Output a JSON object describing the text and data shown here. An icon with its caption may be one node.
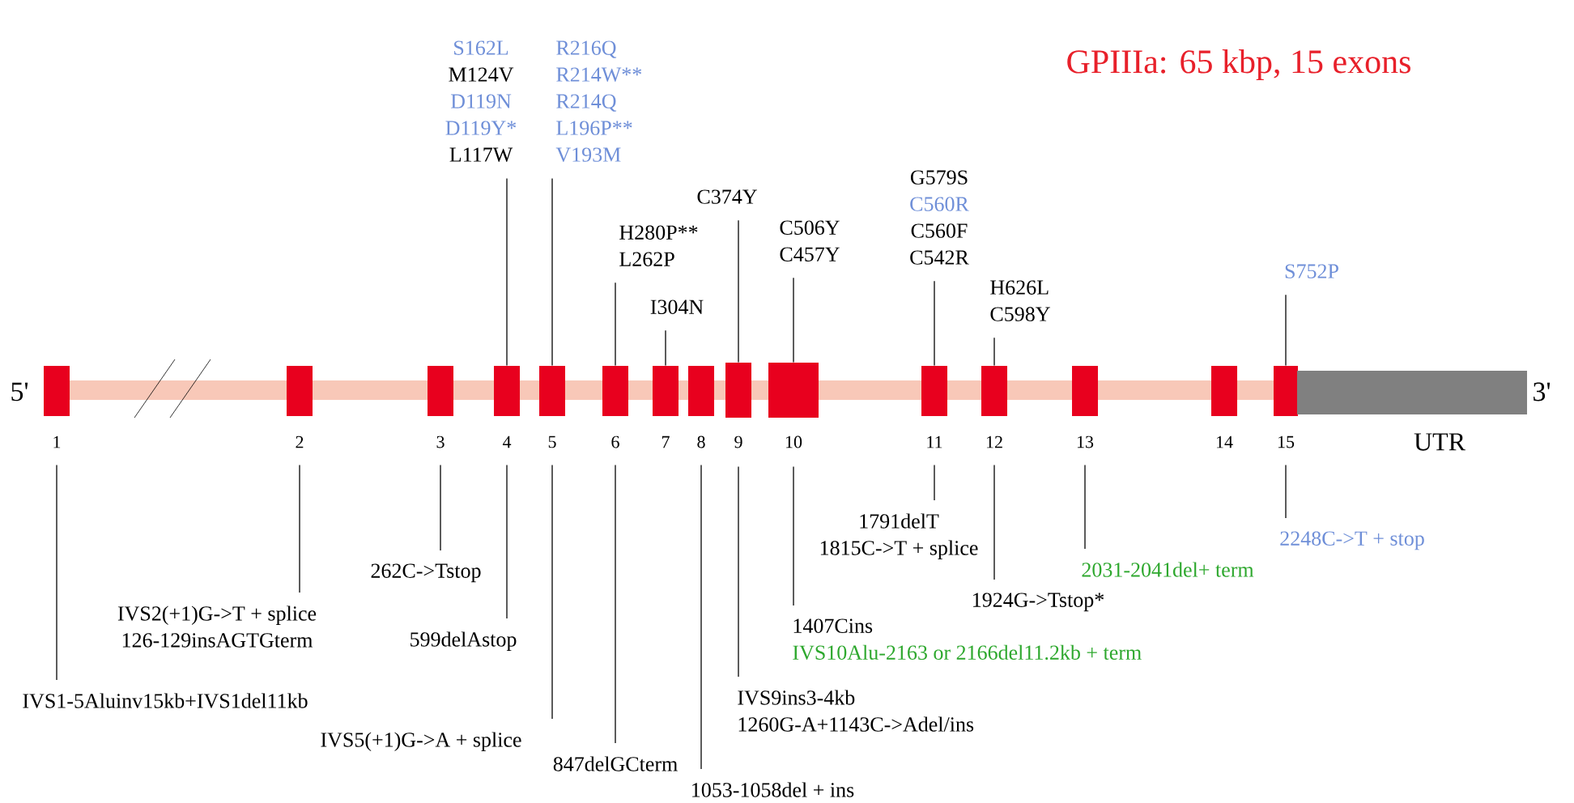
{
  "diagram": {
    "title": "GPIIIa:  65 kbp, 15 exons",
    "nodes": [
      {
        "text": [],
        "shape": "box",
        "beside": [
          "1"
        ]
      },
      {
        "text": [],
        "shape": "box",
        "beside": [
          "2"
        ]
      },
      {
        "text": [],
        "shape": "box",
        "beside": [
          "3"
        ]
      },
      {
        "text": [],
        "shape": "box",
        "beside": [
          "4"
        ]
      },
      {
        "text": [],
        "shape": "box",
        "beside": [
          "5"
        ]
      },
      {
        "text": [],
        "shape": "box",
        "beside": [
          "6"
        ]
      },
      {
        "text": [],
        "shape": "box",
        "beside": [
          "7"
        ]
      },
      {
        "text": [],
        "shape": "box",
        "beside": [
          "8"
        ]
      },
      {
        "text": [],
        "shape": "box",
        "beside": [
          "9"
        ]
      },
      {
        "text": [],
        "shape": "box",
        "beside": [
          "10"
        ]
      },
      {
        "text": [],
        "shape": "box",
        "beside": [
          "11"
        ]
      },
      {
        "text": [],
        "shape": "box",
        "beside": [
          "12"
        ]
      },
      {
        "text": [],
        "shape": "box",
        "beside": [
          "13"
        ]
      },
      {
        "text": [],
        "shape": "box",
        "beside": [
          "14"
        ]
      },
      {
        "text": [],
        "shape": "box",
        "beside": [
          "15"
        ]
      },
      {
        "text": [],
        "shape": "bar",
        "beside": [
          "UTR"
        ]
      },
      {
        "text": [
          "S162L",
          "M124V",
          "D119N",
          "D119Y*",
          "L117W"
        ]
      },
      {
        "text": [
          "R216Q",
          "R214W**",
          "R214Q",
          "L196P**",
          "V193M"
        ]
      },
      {
        "text": [
          "H280P**",
          "L262P"
        ]
      },
      {
        "text": [
          "I304N"
        ]
      },
      {
        "text": [
          "C374Y"
        ]
      },
      {
        "text": [
          "C506Y",
          "C457Y"
        ]
      },
      {
        "text": [
          "G579S",
          "C560R",
          "C560F",
          "C542R"
        ]
      },
      {
        "text": [
          "H626L",
          "C598Y"
        ]
      },
      {
        "text": [
          "S752P"
        ]
      },
      {
        "text": [
          "IVS1-5Aluinv15kb+IVS1del11kb"
        ]
      },
      {
        "text": [
          "IVS2(+1)G->T + splice",
          "126-129insAGTGterm"
        ]
      },
      {
        "text": [
          "262C->Tstop"
        ]
      },
      {
        "text": [
          "599delAstop"
        ]
      },
      {
        "text": [
          "IVS5(+1)G->A + splice"
        ]
      },
      {
        "text": [
          "847delGCterm"
        ]
      },
      {
        "text": [
          "1053-1058del + ins"
        ]
      },
      {
        "text": [
          "IVS9ins3-4kb",
          "1260G-A+1143C->Adel/ins"
        ]
      },
      {
        "text": [
          "1407Cins",
          "IVS10Alu-2163 or 2166del11.2kb + term"
        ]
      },
      {
        "text": [
          "1791delT",
          "1815C->T + splice"
        ]
      },
      {
        "text": [
          "1924G->Tstop*"
        ]
      },
      {
        "text": [
          "2031-2041del+ term"
        ]
      },
      {
        "text": [
          "2248C->T + stop"
        ]
      }
    ],
    "edges": [
      {
        "from": 16,
        "to": 3,
        "arrow": "none"
      },
      {
        "from": 17,
        "to": 4,
        "arrow": "none"
      },
      {
        "from": 18,
        "to": 5,
        "arrow": "none"
      },
      {
        "from": 19,
        "to": 6,
        "arrow": "none"
      },
      {
        "from": 20,
        "to": 8,
        "arrow": "none"
      },
      {
        "from": 21,
        "to": 9,
        "arrow": "none"
      },
      {
        "from": 22,
        "to": 10,
        "arrow": "none"
      },
      {
        "from": 23,
        "to": 11,
        "arrow": "none"
      },
      {
        "from": 24,
        "to": 14,
        "arrow": "none"
      },
      {
        "from": 25,
        "to": 0,
        "arrow": "none"
      },
      {
        "from": 26,
        "to": 1,
        "arrow": "none"
      },
      {
        "from": 27,
        "to": 2,
        "arrow": "none"
      },
      {
        "from": 28,
        "to": 3,
        "arrow": "none"
      },
      {
        "from": 29,
        "to": 4,
        "arrow": "none"
      },
      {
        "from": 30,
        "to": 5,
        "arrow": "none"
      },
      {
        "from": 31,
        "to": 7,
        "arrow": "none"
      },
      {
        "from": 32,
        "to": 8,
        "arrow": "none"
      },
      {
        "from": 33,
        "to": 9,
        "arrow": "none"
      },
      {
        "from": 34,
        "to": 10,
        "arrow": "none"
      },
      {
        "from": 35,
        "to": 11,
        "arrow": "none"
      },
      {
        "from": 36,
        "to": 12,
        "arrow": "none"
      },
      {
        "from": 37,
        "to": 14,
        "arrow": "none"
      }
    ],
    "labels": [
      "5'",
      "3'"
    ]
  }
}
